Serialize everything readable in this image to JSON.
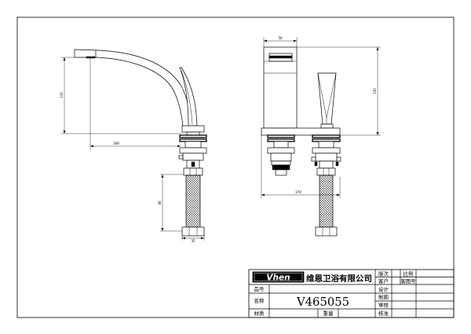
{
  "drawing": {
    "side_view": {
      "dim_height": "135",
      "dim_reach": "168",
      "dim_hose": "80",
      "dim_fitting": "35"
    },
    "front_view": {
      "dim_spout_width": "50",
      "dim_height": "150",
      "dim_base_width": "170"
    }
  },
  "title_block": {
    "logo": "Vhen",
    "company": "维恩卫浴有限公司",
    "model": "V465055",
    "labels": {
      "item_no": "品号",
      "name": "名称",
      "material": "材质",
      "weight": "重量",
      "version": "版次",
      "customer": "客户",
      "design": "设计",
      "drafting": "制图",
      "review": "审核",
      "approval": "核准",
      "scale": "比例",
      "customer_drawing_no": "客图号"
    }
  },
  "colors": {
    "line": "#000000",
    "background": "#ffffff"
  }
}
